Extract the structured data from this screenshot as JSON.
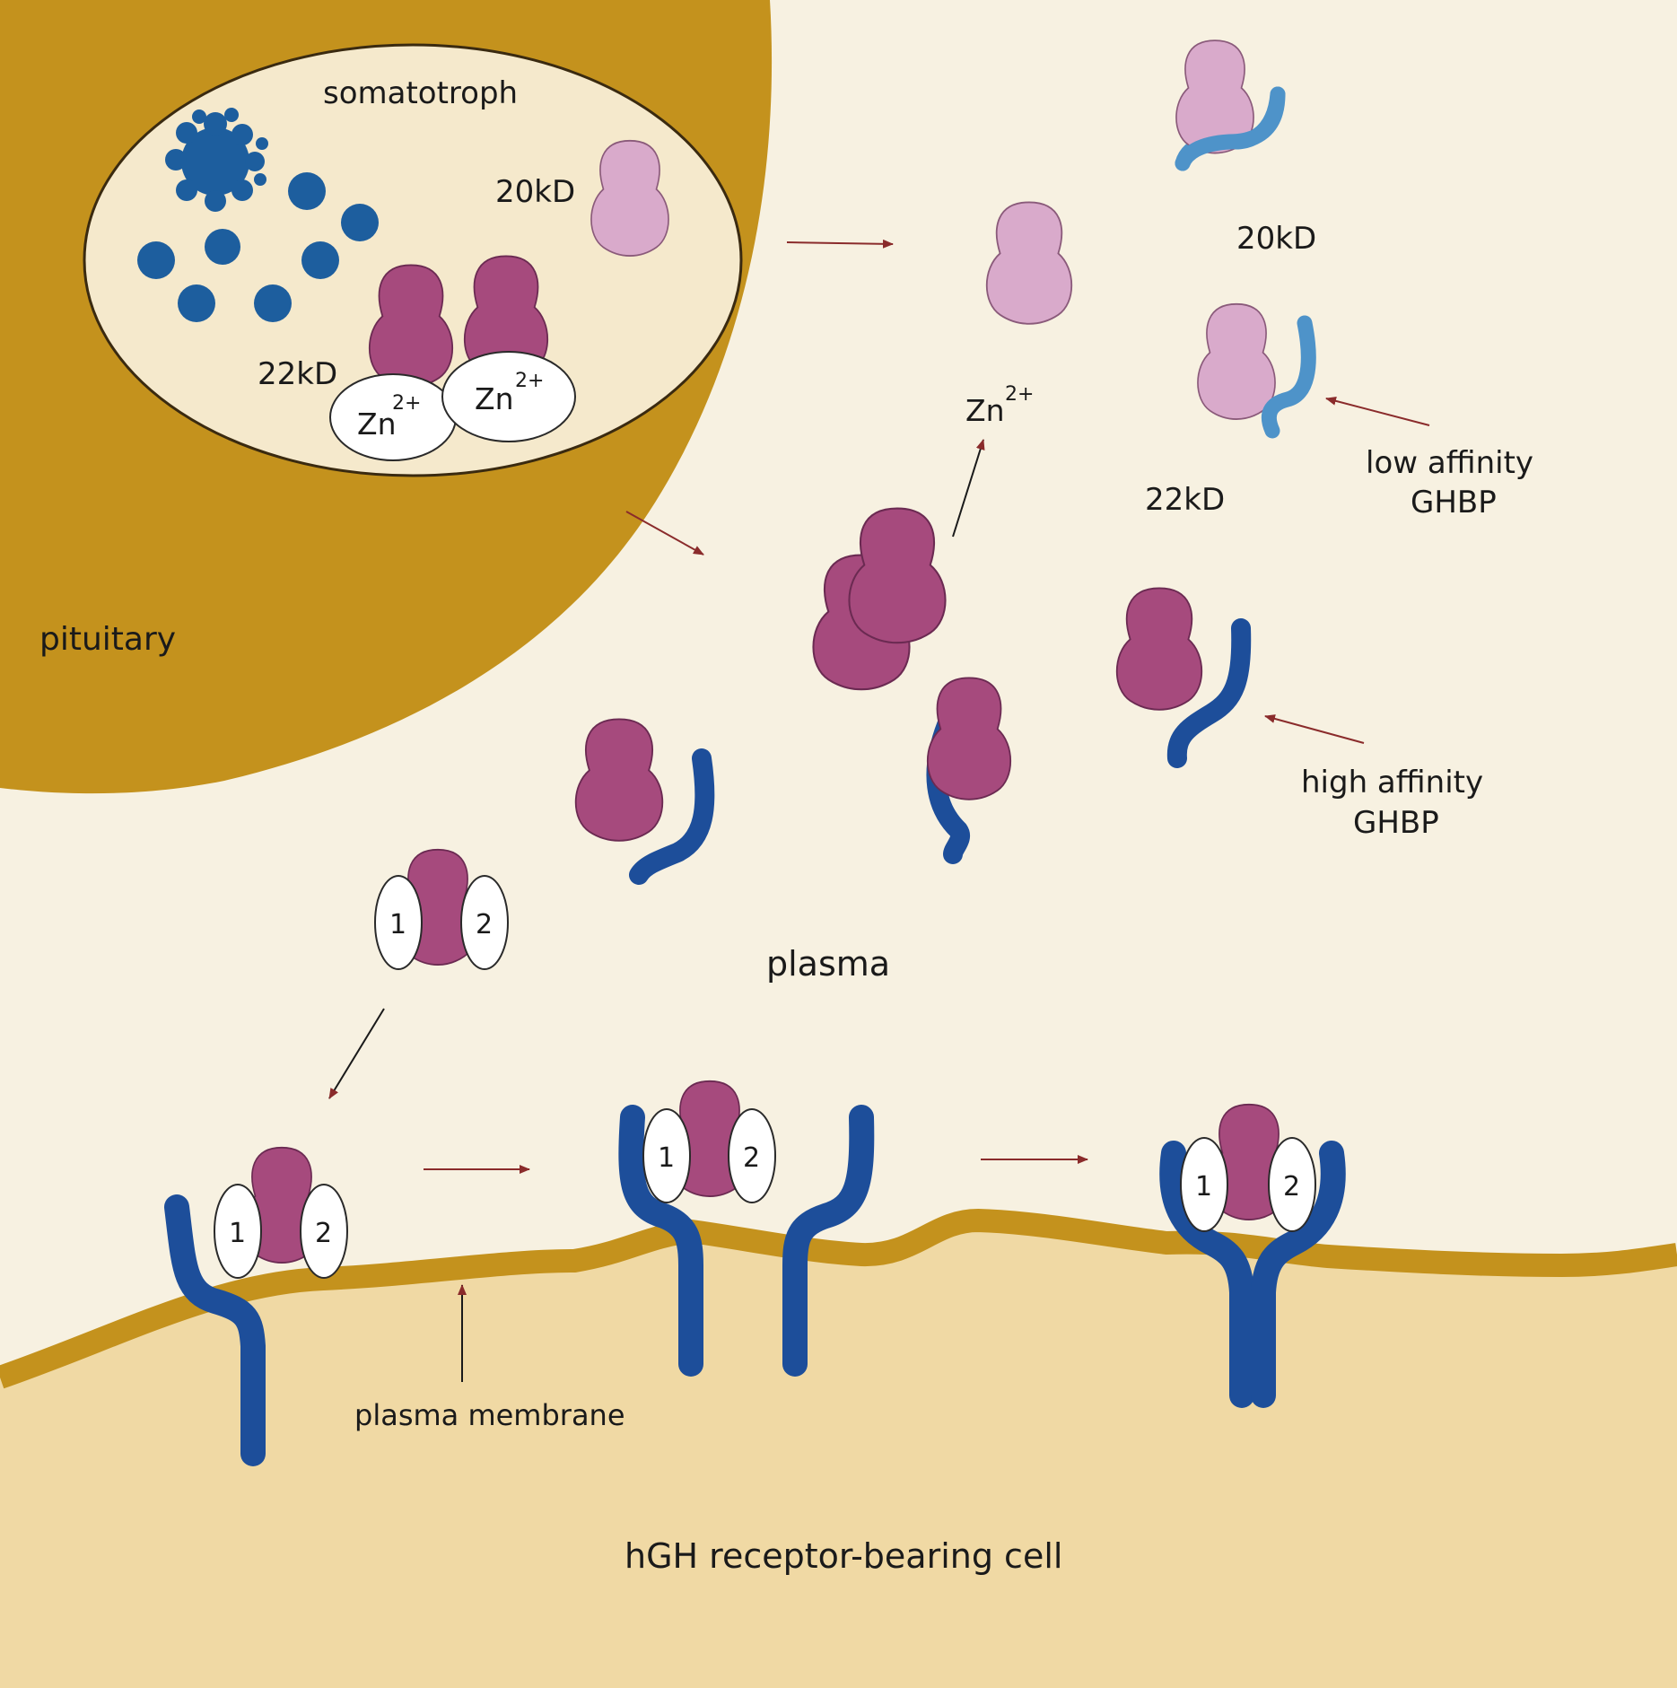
{
  "labels": {
    "somatotroph": "somatotroph",
    "pituitary": "pituitary",
    "kd20_inside": "20kD",
    "kd22_inside": "22kD",
    "zn_left": "Zn",
    "zn_right": "Zn",
    "zn_charge": "2+",
    "kd20_plasma": "20kD",
    "kd22_plasma": "22kD",
    "zn_released": "Zn",
    "low_affinity_line1": "low affinity",
    "low_affinity_line2": "GHBP",
    "high_affinity_line1": "high affinity",
    "high_affinity_line2": "GHBP",
    "plasma": "plasma",
    "plasma_membrane": "plasma membrane",
    "cell": "hGH receptor-bearing cell",
    "site1": "1",
    "site2": "2"
  },
  "colors": {
    "background": "#f7f1e1",
    "pituitary": "#c4921d",
    "cell": "#f0d9a4",
    "membrane": "#c4921d",
    "hgh22": "#a64a7d",
    "hgh20": "#d9aacb",
    "receptor": "#1d4e9a",
    "ghbp_low": "#4e93c9",
    "zinc": "#ffffff",
    "arrow": "#8a2b2b"
  }
}
